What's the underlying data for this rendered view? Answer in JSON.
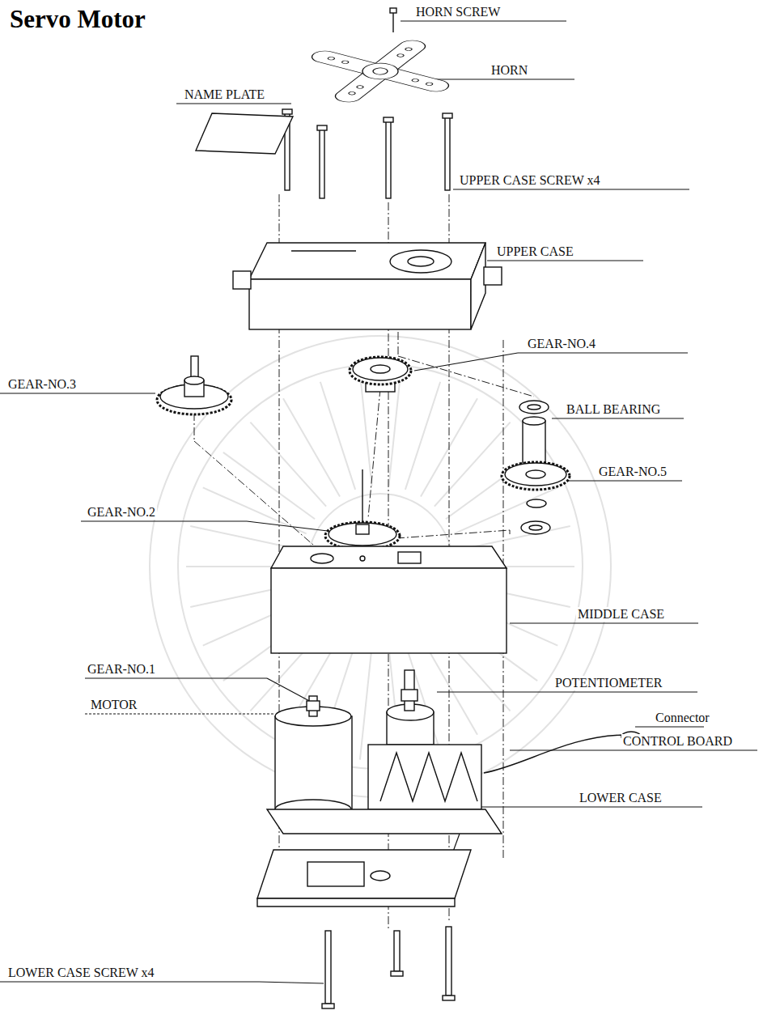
{
  "diagram": {
    "title": "Servo Motor",
    "labels": [
      "HORN SCREW",
      "HORN",
      "NAME PLATE",
      "UPPER CASE SCREW x4",
      "UPPER CASE",
      "GEAR-NO.4",
      "GEAR-NO.3",
      "BALL BEARING",
      "GEAR-NO.5",
      "GEAR-NO.2",
      "MIDDLE CASE",
      "GEAR-NO.1",
      "POTENTIOMETER",
      "MOTOR",
      "Connector",
      "CONTROL BOARD",
      "LOWER CASE",
      "LOWER CASE SCREW x4"
    ]
  }
}
